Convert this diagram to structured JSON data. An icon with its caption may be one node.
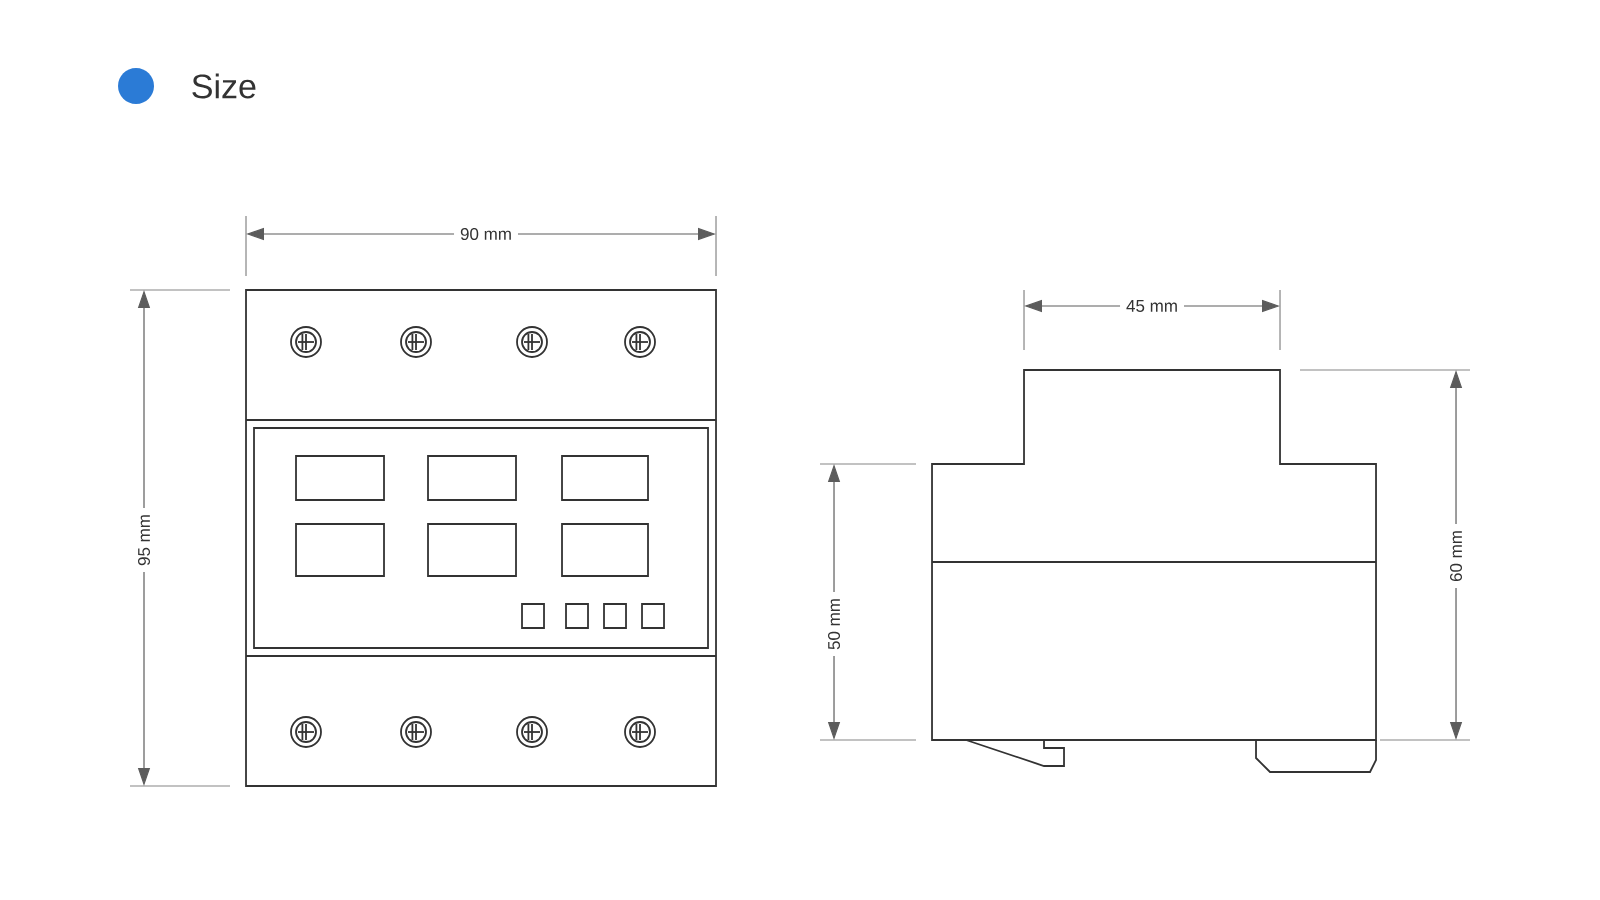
{
  "diagram": {
    "title": "Size",
    "labels": [
      "90 mm",
      "95 mm",
      "45 mm",
      "50 mm",
      "60 mm"
    ]
  }
}
